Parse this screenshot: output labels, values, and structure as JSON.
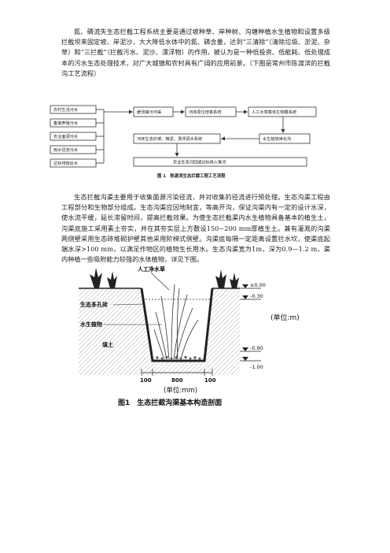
{
  "paragraphs": {
    "p1": "氮、磷流失生态拦截工程系统主要是通过坡种草、岸种树、沟塘种植水生植物和设置多级拦截坝来固定坡、岸泥沙，大大降低水体中的氮、磷含量，达到“三清除”（清除垃圾、淤泥、杂草）和“三拦截”（拦截污水、泥沙、漂浮物）的作用，被认为是一种低投资、低能耗、低处理成本的污水生态处理技术，对广大城镇和农村具有广阔的应用前景。（下图是常州市陈渡滨的拦截沟工艺流程）",
    "p2": "生态拦截沟渠主要用于收集面源污染径流，并对收集的径流进行预处理。生态沟渠工程由工程部分和生物部分组成。生态沟渠应因地制宜，等高开沟，保证沟渠内有一定的设计水深，使水流平缓，延长滞留时间，提高拦截效果。为使生态拦截渠内水生植物具备基本的植生土，沟渠底施工采用素土夯实，并在其夯实层上方敷设150~200 mm厚植生土。兼有灌溉的沟渠两侧壁采用生态砖堆砌护壁其他采用阶梯式侧壁。沟渠底每隔一定距离设置拦水坎，使渠底起端水深>100 mm，以满足作物区的植物生长用水。生态沟渠宽为1m，深为0.9—1.2 m，渠内种植一些吸附能力较强的水体植物，详见下图。"
  },
  "flow_diagram": {
    "left_boxes": [
      "农村生活污水",
      "畜禽养殖污水",
      "农业面源污水",
      "雨水径流污水",
      "达标排放处水"
    ],
    "top_row": [
      "缓流镇污河渠",
      "河床原位增氧系统",
      "人工水草载体生物膜系统"
    ],
    "mid_row": [
      "河床生态护坡、微滤、漂浮调水系统",
      "水生植物净化沟"
    ],
    "bottom_box": "农业生态河回或达标排入鲁河",
    "caption": "图 1　陈渡滨生态拦截工程工艺流程"
  },
  "section_diagram": {
    "label_artificial_grass": "人工净水草",
    "label_porous_brick": "生态多孔砖",
    "label_aquatic_plant": "水生植物",
    "label_soil": "填土",
    "elev_top": "±0.00",
    "elev_1": "-0.30",
    "elev_2": "-0.90",
    "elev_3": "-1.00",
    "unit_m": "(单位:m)",
    "unit_mm": "(单位:mm)",
    "dim_left": "100",
    "dim_mid": "800",
    "dim_right": "100",
    "caption": "图1　生态拦截沟渠基本构造剖面"
  }
}
